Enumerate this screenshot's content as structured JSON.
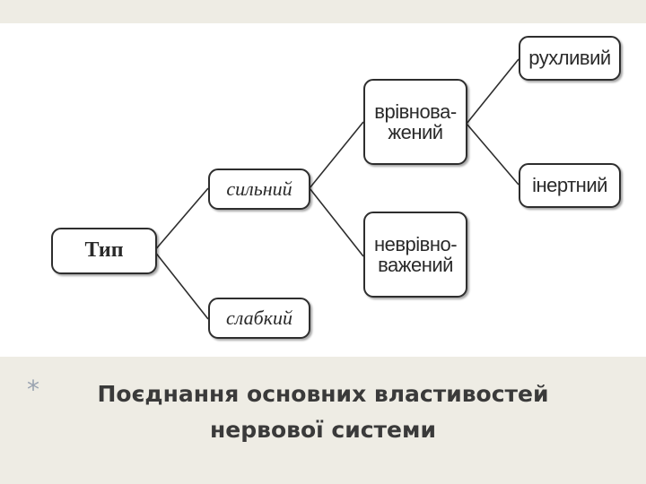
{
  "diagram": {
    "root": {
      "label": "Тип"
    },
    "strong": {
      "label": "сильний"
    },
    "weak": {
      "label": "слабкий"
    },
    "balanced": {
      "label": "врівнова-\nжений"
    },
    "unbalanced": {
      "label": "неврівно-\nважений"
    },
    "mobile": {
      "label": "рухливий"
    },
    "inert": {
      "label": "інертний"
    }
  },
  "caption": {
    "bullet": "*",
    "line1": "Поєднання основних властивостей",
    "line2": "нервової системи"
  },
  "colors": {
    "line": "#2e2e2e",
    "background": "#eeece4",
    "panel": "#ffffff"
  }
}
